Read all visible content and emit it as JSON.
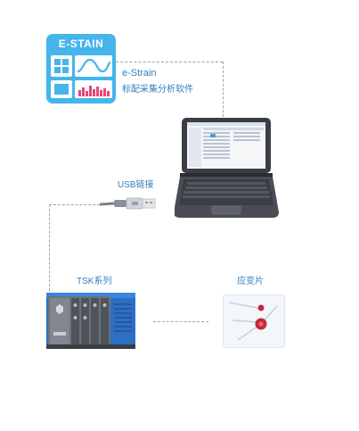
{
  "logo": {
    "title": "E-STAIN",
    "colors": {
      "tile": "#45b5ec",
      "pink": "#e8457a",
      "white": "#ffffff"
    }
  },
  "software": {
    "name": "e-Strain",
    "subtitle": "标配采集分析软件"
  },
  "connection": {
    "usb_label": "USB链接"
  },
  "hardware": {
    "tsk_label": "TSK系列"
  },
  "sensor": {
    "label": "应变片"
  },
  "colors": {
    "label_text": "#2f7fc0",
    "dashed_line": "#9aa3ad",
    "device_blue": "#2d6fc4",
    "sensor_red": "#c8283c"
  }
}
